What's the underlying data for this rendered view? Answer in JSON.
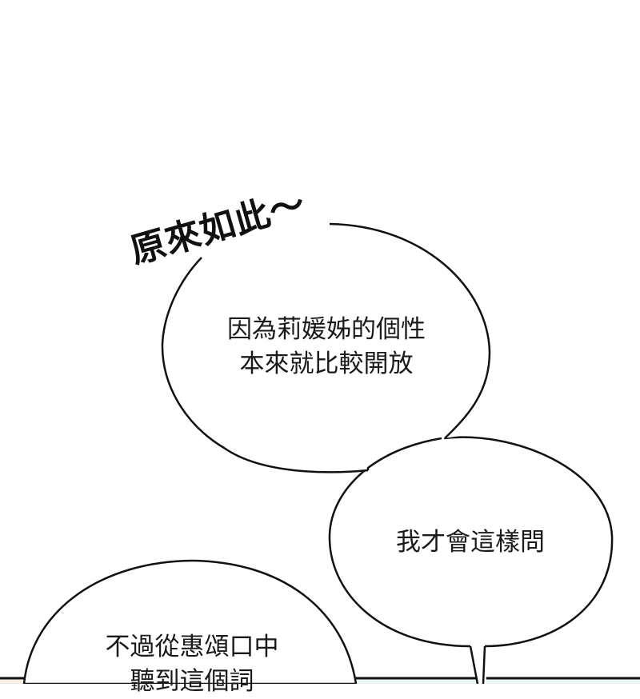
{
  "comic_panel": {
    "sfx": {
      "text": "原來如此～"
    },
    "bubbles": [
      {
        "id": "top",
        "lines": [
          "因為莉媛姊的個性",
          "本來就比較開放"
        ]
      },
      {
        "id": "middle",
        "lines": [
          "我才會這樣問"
        ]
      },
      {
        "id": "bottom",
        "lines": [
          "不過從惠頌口中",
          "聽到這個詞"
        ]
      }
    ],
    "colors": {
      "background": "#ffffff",
      "ink": "#111111",
      "next_panel_left": "#f4ede4",
      "next_panel_right": "#eaf4f4"
    }
  }
}
